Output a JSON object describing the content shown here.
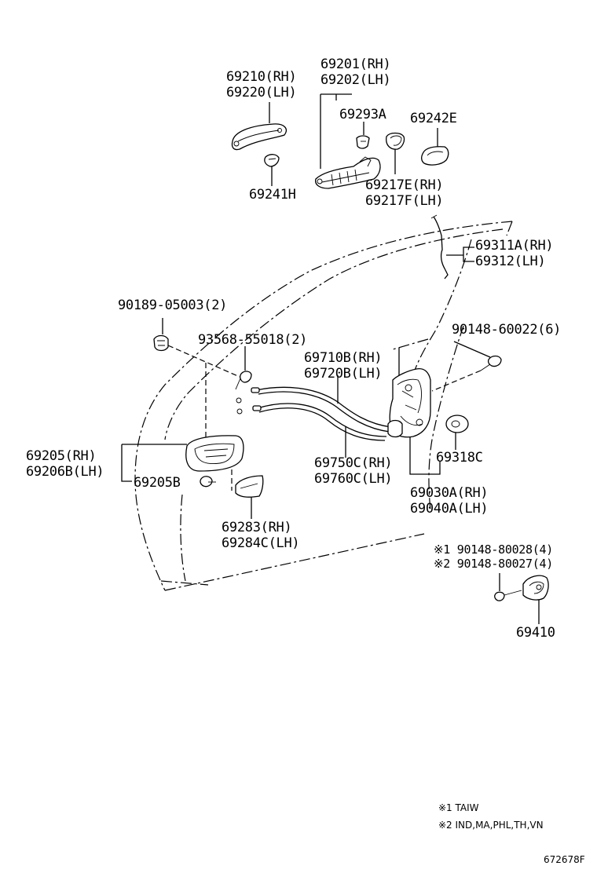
{
  "labels": {
    "p69210": "69210(RH)",
    "p69220": "69220(LH)",
    "p69201": "69201(RH)",
    "p69202": "69202(LH)",
    "p69293a": "69293A",
    "p69242e": "69242E",
    "p69241h": "69241H",
    "p69217e": "69217E(RH)",
    "p69217f": "69217F(LH)",
    "p69311a": "69311A(RH)",
    "p69312": "69312(LH)",
    "p90189": "90189-05003(2)",
    "p93568": "93568-55018(2)",
    "p90148_60022": "90148-60022(6)",
    "p69710b": "69710B(RH)",
    "p69720b": "69720B(LH)",
    "p69205_rh": "69205(RH)",
    "p69206b": "69206B(LH)",
    "p69205b": "69205B",
    "p69750c": "69750C(RH)",
    "p69760c": "69760C(LH)",
    "p69318c": "69318C",
    "p69030a": "69030A(RH)",
    "p69040a": "69040A(LH)",
    "p69283": "69283(RH)",
    "p69284c": "69284C(LH)",
    "p90148_80028": "※1 90148-80028(4)",
    "p90148_80027": "※2 90148-80027(4)",
    "p69410": "69410"
  },
  "notes": {
    "n1": "※1 TAIW",
    "n2": "※2 IND,MA,PHL,TH,VN"
  },
  "drawing_code": "672678F"
}
